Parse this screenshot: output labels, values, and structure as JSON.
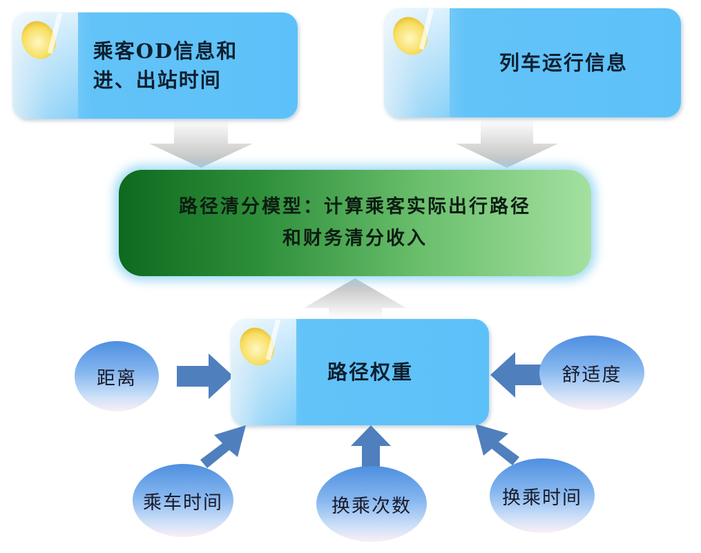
{
  "top": {
    "od_info": [
      "乘客OD信息和",
      "进、出站时间"
    ],
    "train_info": "列车运行信息"
  },
  "model": {
    "line1": "路径清分模型：计算乘客实际出行路径",
    "line2": "和财务清分收入"
  },
  "weight": {
    "label": "路径权重"
  },
  "factors": {
    "distance": "距离",
    "comfort": "舒适度",
    "ride_time": "乘车时间",
    "transfer_count": "换乘次数",
    "transfer_time": "换乘时间"
  }
}
